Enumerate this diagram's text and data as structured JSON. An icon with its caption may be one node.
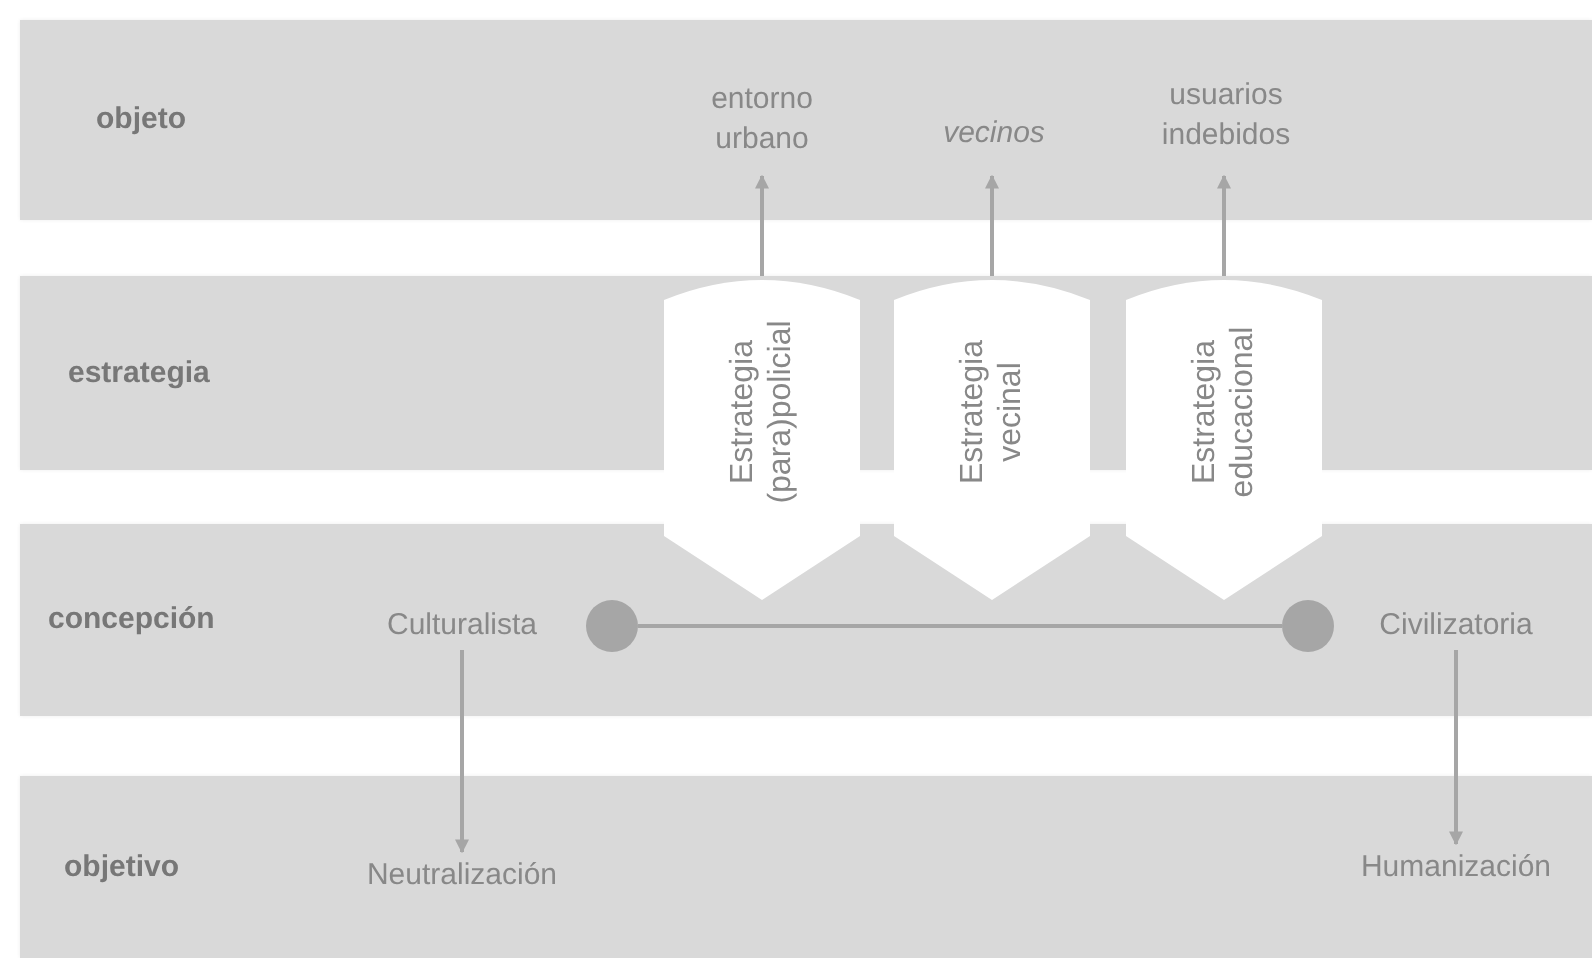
{
  "diagram": {
    "nodes": [
      {
        "text": [
          "objeto"
        ]
      },
      {
        "text": [
          "entorno urbano"
        ],
        "in": 0
      },
      {
        "text": [
          "vecinos"
        ],
        "in": 0
      },
      {
        "text": [
          "usuarios indebidos"
        ],
        "in": 0
      },
      {
        "text": [
          "estrategia"
        ]
      },
      {
        "text": [
          "Estrategia (para)policial"
        ]
      },
      {
        "text": [
          "Estrategia vecinal"
        ]
      },
      {
        "text": [
          "Estrategia educacional"
        ]
      },
      {
        "text": [
          "concepción"
        ]
      },
      {
        "text": [
          "Culturalista"
        ],
        "in": 8
      },
      {
        "text": [],
        "shape": "circle",
        "in": 8
      },
      {
        "text": [],
        "shape": "circle",
        "in": 8
      },
      {
        "text": [
          "Civilizatoria"
        ],
        "in": 8
      },
      {
        "text": [
          "objetivo"
        ]
      },
      {
        "text": [
          "Neutralización"
        ],
        "in": 13
      },
      {
        "text": [
          "Humanización"
        ],
        "in": 13
      }
    ],
    "edges": [
      {
        "from": 5,
        "to": 1,
        "arrow": "to"
      },
      {
        "from": 6,
        "to": 2,
        "arrow": "to"
      },
      {
        "from": 7,
        "to": 3,
        "arrow": "to"
      },
      {
        "from": 10,
        "to": 11,
        "arrow": "none"
      },
      {
        "from": 9,
        "to": 14,
        "arrow": "to"
      },
      {
        "from": 12,
        "to": 15,
        "arrow": "to"
      }
    ]
  }
}
